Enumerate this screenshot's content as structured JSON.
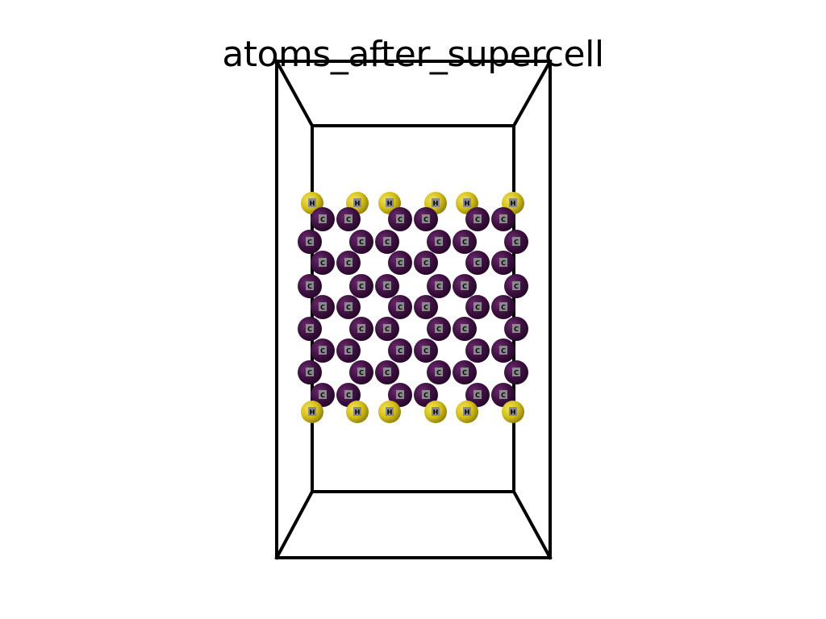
{
  "title": "atoms_after_supercell",
  "colors": {
    "background": "#ffffff",
    "cell_edge": "#000000",
    "carbon": "#3f1142",
    "hydrogen": "#d4c01a",
    "label_box": "#8a8a8a",
    "label_text": "#000000"
  },
  "legend_symbols": {
    "carbon": "C",
    "hydrogen": "H"
  },
  "atoms": {
    "hydrogen_rows": 2,
    "carbon_rows": 9
  }
}
